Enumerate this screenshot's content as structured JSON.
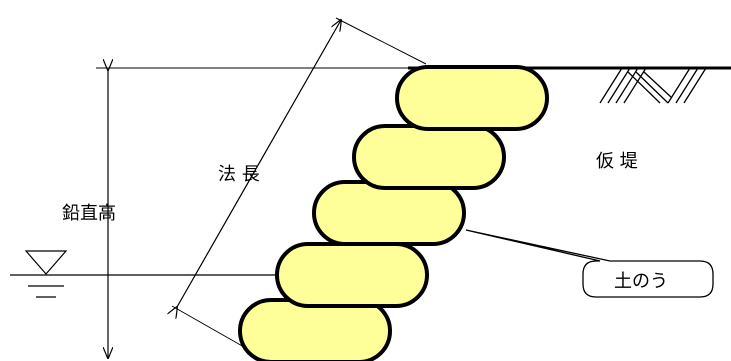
{
  "labels": {
    "slope_length": "法 長",
    "vertical_height": "鉛直高",
    "embankment": "仮 堤",
    "sandbag": "土のう"
  },
  "colors": {
    "sandbag_fill": "#ffff99",
    "line": "#000000"
  }
}
